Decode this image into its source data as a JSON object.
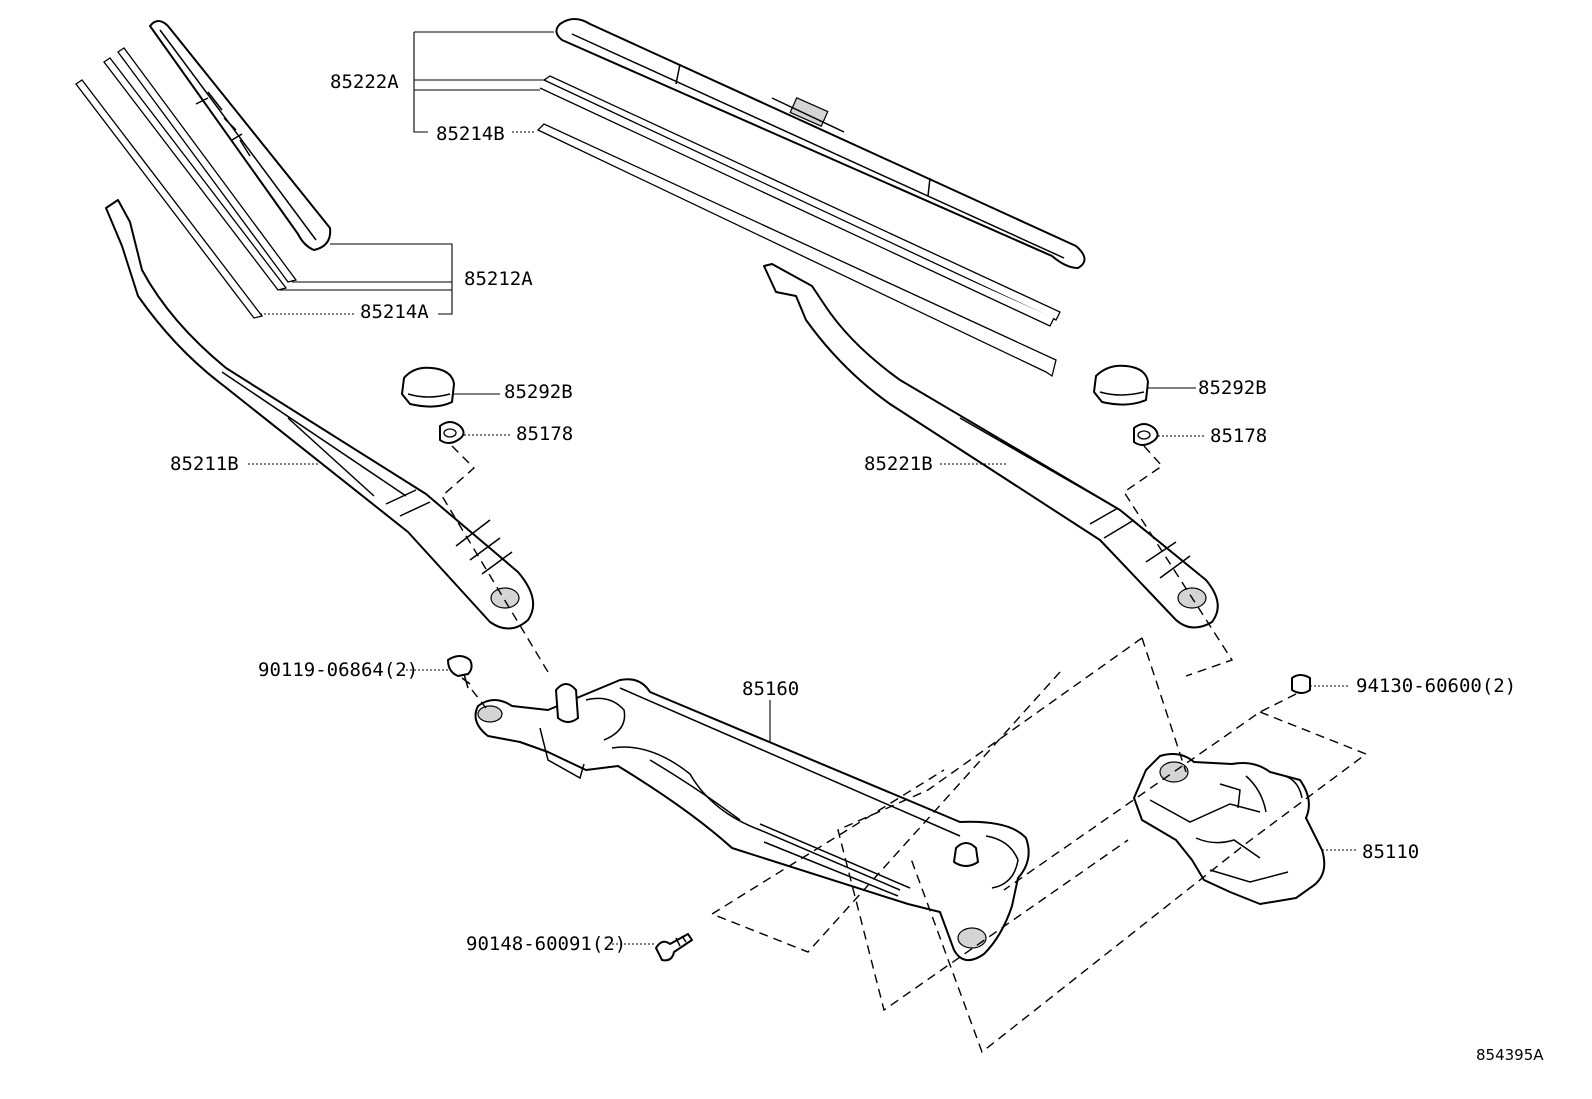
{
  "diagram": {
    "reference_code": "854395A",
    "callouts": [
      {
        "key": "85222A",
        "text": "85222A"
      },
      {
        "key": "85214B",
        "text": "85214B"
      },
      {
        "key": "85212A",
        "text": "85212A"
      },
      {
        "key": "85214A",
        "text": "85214A"
      },
      {
        "key": "85292B_l",
        "text": "85292B"
      },
      {
        "key": "85178_l",
        "text": "85178"
      },
      {
        "key": "85211B",
        "text": "85211B"
      },
      {
        "key": "85292B_r",
        "text": "85292B"
      },
      {
        "key": "85178_r",
        "text": "85178"
      },
      {
        "key": "85221B",
        "text": "85221B"
      },
      {
        "key": "85160",
        "text": "85160"
      },
      {
        "key": "90119",
        "text": "90119-06864(2)"
      },
      {
        "key": "94130",
        "text": "94130-60600(2)"
      },
      {
        "key": "85110",
        "text": "85110"
      },
      {
        "key": "90148",
        "text": "90148-60091(2)"
      }
    ]
  }
}
